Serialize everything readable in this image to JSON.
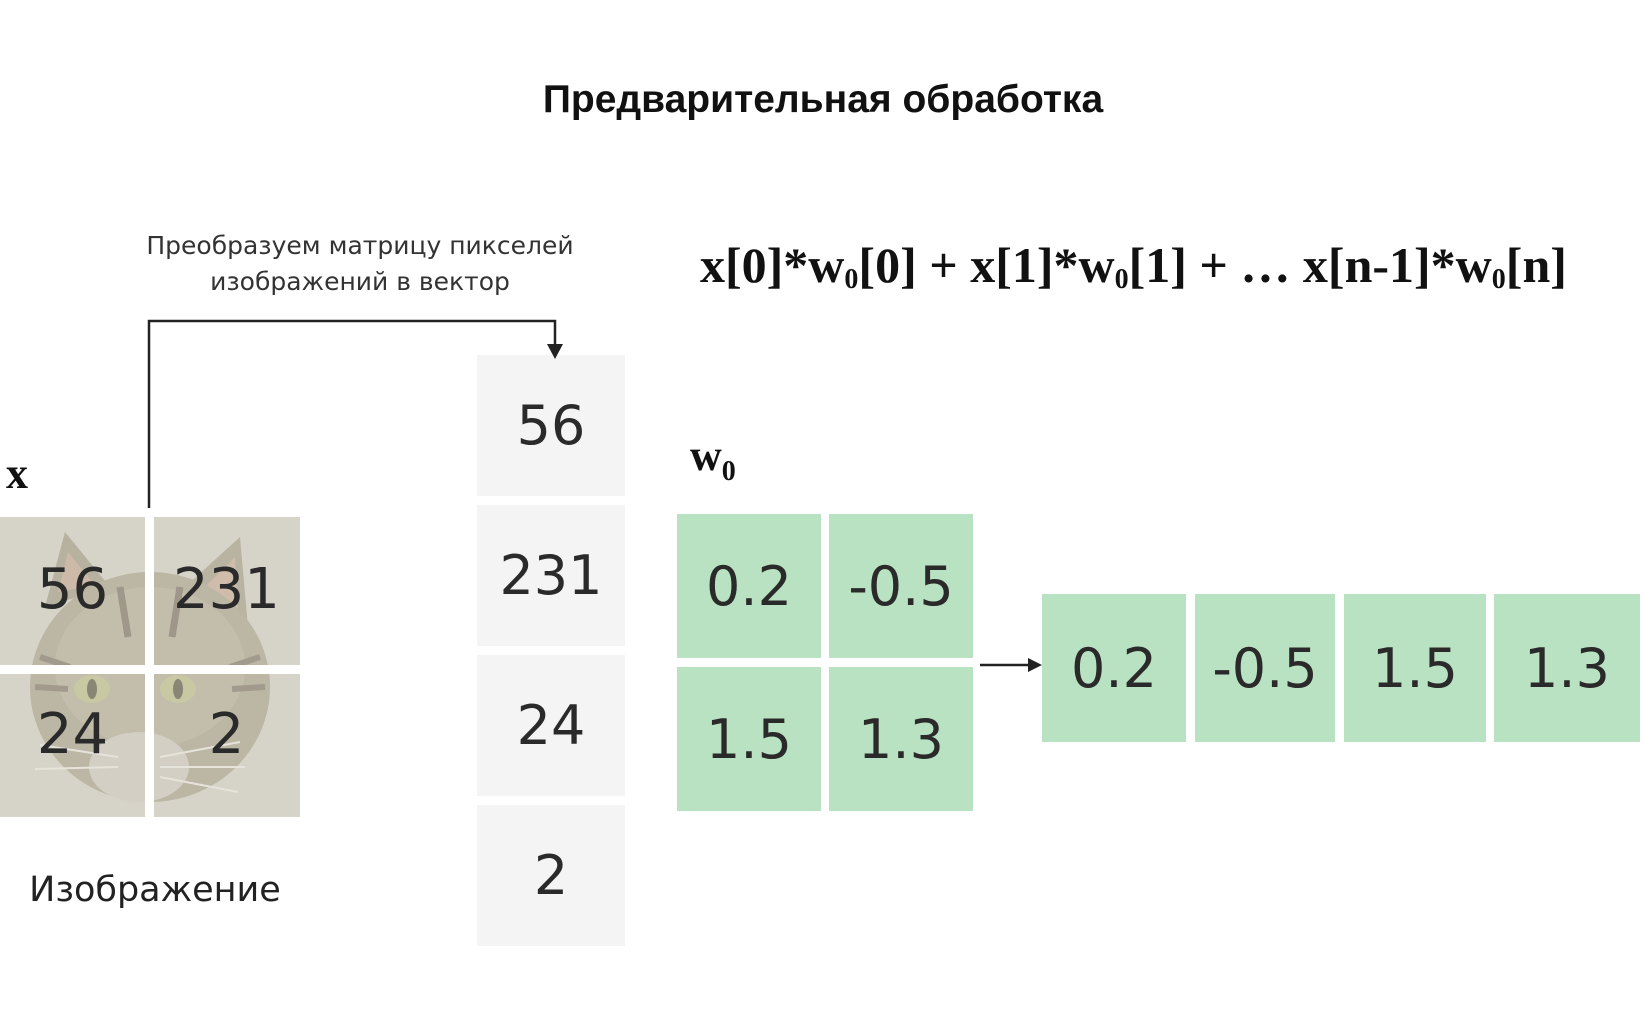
{
  "title": "Предварительная обработка",
  "caption": {
    "line1": "Преобразуем матрицу пикселей",
    "line2": "изображений в вектор"
  },
  "formula": {
    "p1": "x[0]*w",
    "s1": "0",
    "p2": "[0] + x[1]*w",
    "s2": "0",
    "p3": "[1] + … x[n-1]*w",
    "s3": "0",
    "p4": "[n]"
  },
  "x_label": "x",
  "w_label": {
    "base": "w",
    "sub": "0"
  },
  "image_matrix": [
    "56",
    "231",
    "24",
    "2"
  ],
  "image_label": "Изображение",
  "vector": [
    "56",
    "231",
    "24",
    "2"
  ],
  "weights_matrix": [
    "0.2",
    "-0.5",
    "1.5",
    "1.3"
  ],
  "weights_vector": [
    "0.2",
    "-0.5",
    "1.5",
    "1.3"
  ],
  "colors": {
    "weight_cell": "#b8e2c1",
    "vector_cell": "#f4f4f4",
    "arrow": "#222222"
  }
}
